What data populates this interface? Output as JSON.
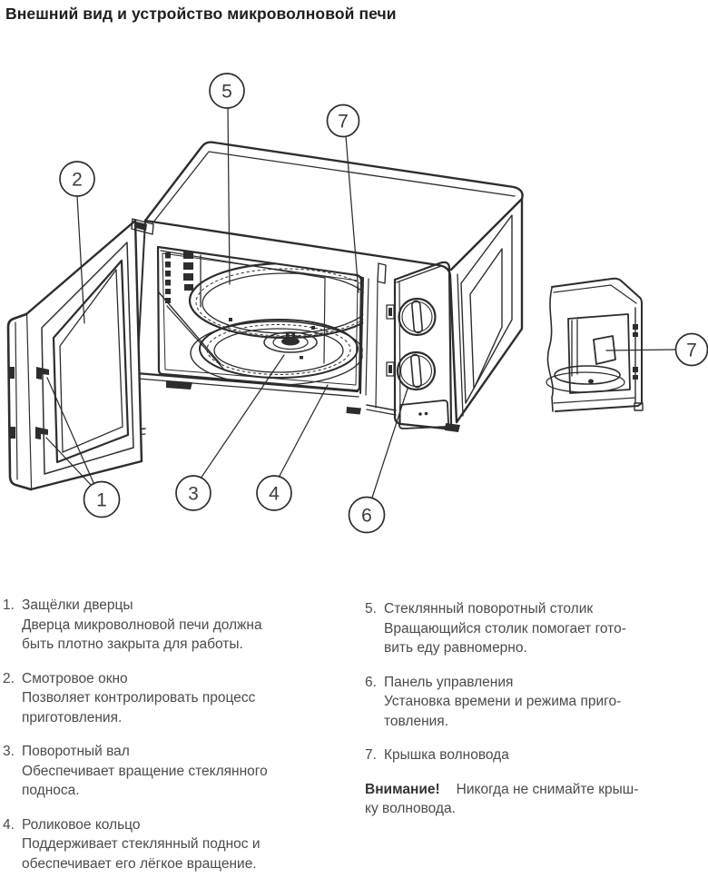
{
  "title": "Внешний вид и устройство микроволновой печи",
  "colors": {
    "line": "#2d2d2d",
    "text": "#4b4b4b",
    "title": "#1d1d1d"
  },
  "diagram": {
    "callouts": [
      "1",
      "2",
      "3",
      "4",
      "5",
      "6",
      "7"
    ],
    "inset_callout": "7"
  },
  "legend": {
    "col1": [
      {
        "num": "1.",
        "title": "Защёлки дверцы",
        "desc": "Дверца микроволновой печи должна\nбыть плотно закрыта для работы."
      },
      {
        "num": "2.",
        "title": "Смотровое окно",
        "desc": "Позволяет контролировать процесс\nприготовления."
      },
      {
        "num": "3.",
        "title": "Поворотный вал",
        "desc": "Обеспечивает вращение стеклянного\nподноса."
      },
      {
        "num": "4.",
        "title": "Роликовое кольцо",
        "desc": "Поддерживает стеклянный поднос и\nобеспечивает его лёгкое вращение."
      }
    ],
    "col2": [
      {
        "num": "5.",
        "title": "Стеклянный поворотный столик",
        "desc": "Вращающийся столик помогает гото-\nвить еду равномерно."
      },
      {
        "num": "6.",
        "title": "Панель управления",
        "desc": "Установка времени и режима приго-\nтовления."
      },
      {
        "num": "7.",
        "title": "Крышка волновода",
        "desc": ""
      }
    ],
    "warning_label": "Внимание!",
    "warning_text": "Никогда не снимайте крыш-\nку волновода."
  }
}
